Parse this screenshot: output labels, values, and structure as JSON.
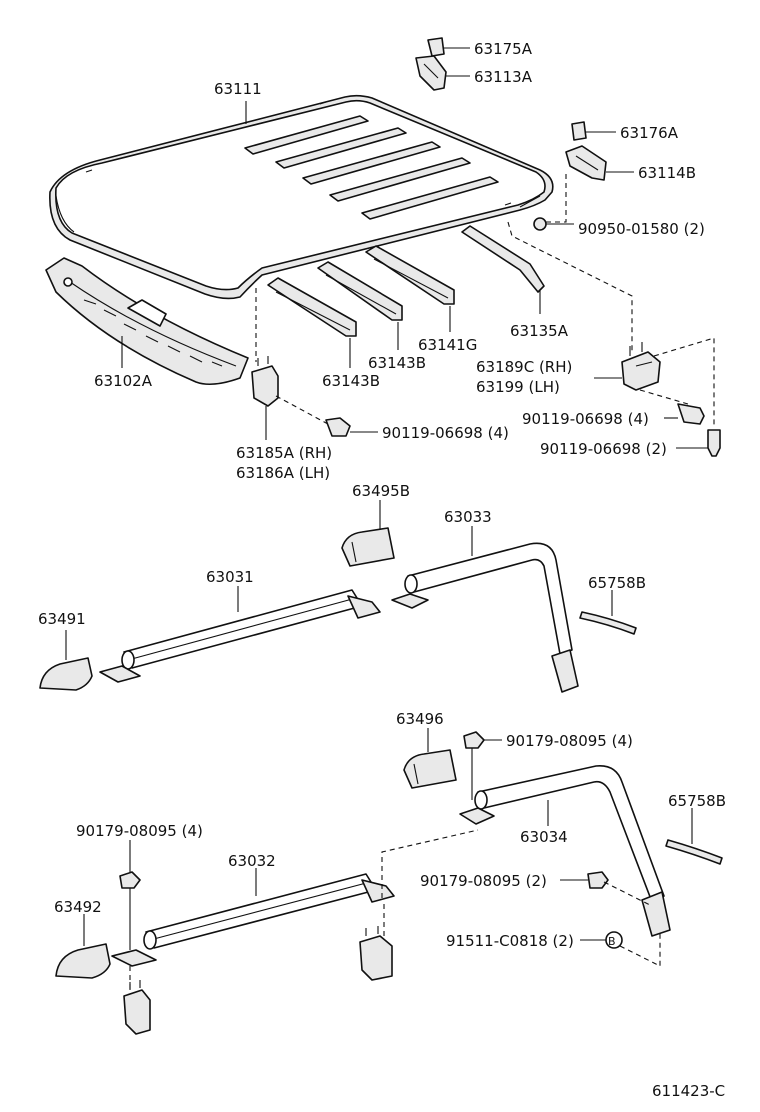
{
  "diagram_code": "611423-C",
  "labels": {
    "p63175A": "63175A",
    "p63113A": "63113A",
    "p63111": "63111",
    "p63176A": "63176A",
    "p63114B": "63114B",
    "p90950": "90950-01580 (2)",
    "p63102A": "63102A",
    "p63141G": "63141G",
    "p63135A": "63135A",
    "p63143B_1": "63143B",
    "p63143B_2": "63143B",
    "p63189C": "63189C (RH)",
    "p63199": "63199    (LH)",
    "p90119_4": "90119-06698 (4)",
    "p90119_4b": "90119-06698 (4)",
    "p90119_2": "90119-06698 (2)",
    "p63185A": "63185A (RH)",
    "p63186A": "63186A (LH)",
    "p63495B": "63495B",
    "p63033": "63033",
    "p63031": "63031",
    "p65758B_1": "65758B",
    "p63491": "63491",
    "p63496": "63496",
    "p90179_4a": "90179-08095 (4)",
    "p65758B_2": "65758B",
    "p63034": "63034",
    "p90179_4b": "90179-08095 (4)",
    "p63032": "63032",
    "p90179_2": "90179-08095 (2)",
    "p63492": "63492",
    "p91511": "91511-C0818 (2)",
    "markB": "B"
  }
}
